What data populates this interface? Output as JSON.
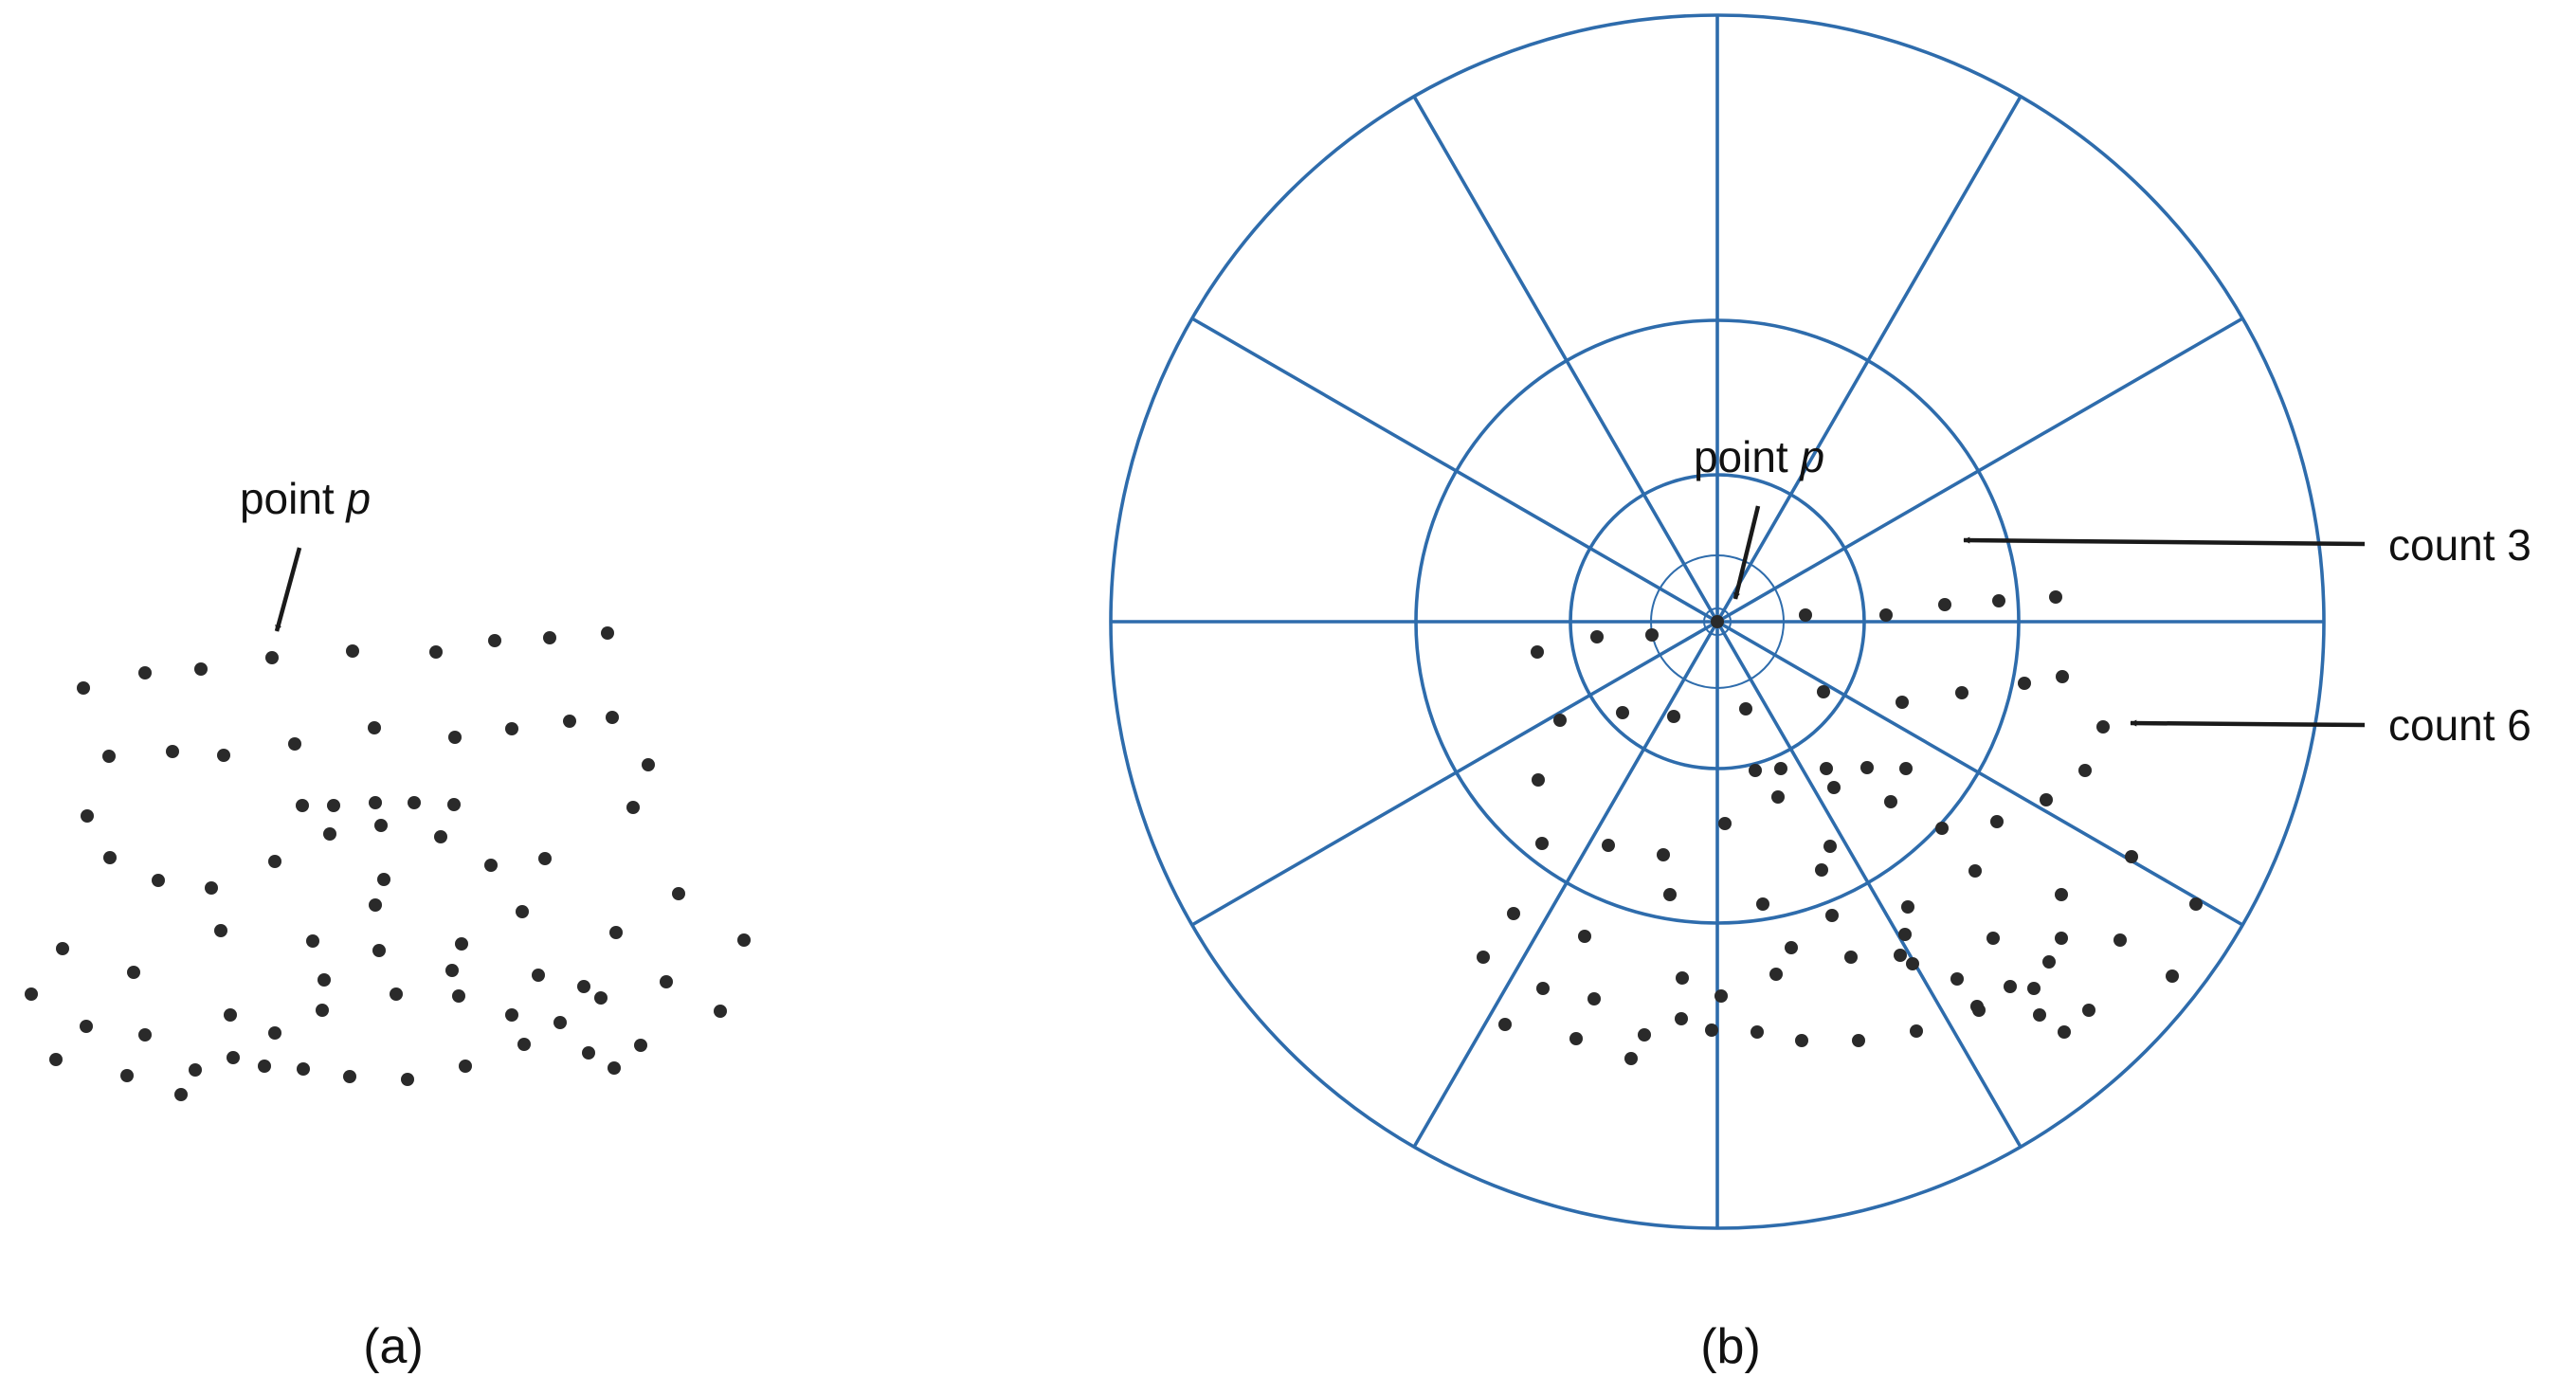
{
  "colors": {
    "grid": "#2E6CAC",
    "point": "#2a2a2a",
    "arrow": "#1a1a1a",
    "text": "#111111"
  },
  "panel_a": {
    "label_word": "point",
    "label_var": "p",
    "caption": "(a)"
  },
  "panel_b": {
    "center_word": "point",
    "center_var": "p",
    "count_top": "count 3",
    "count_bottom": "count 6",
    "caption": "(b)",
    "angular_bins": 12,
    "radial_rings": 5
  }
}
